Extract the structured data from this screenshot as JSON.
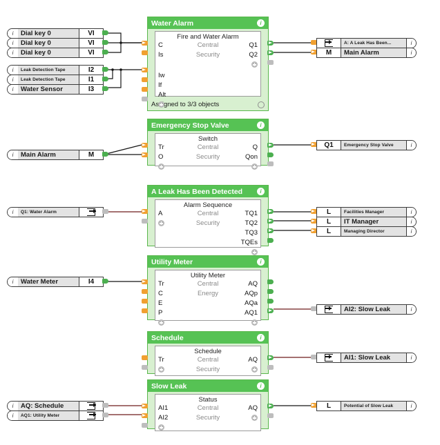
{
  "meta": {
    "accent_green": "#56c254",
    "block_fill": "#d8f0d0",
    "pin_input_color": "#f0a030",
    "pin_output_color": "#4caf50",
    "wire_color_dark": "#141414",
    "wire_color_red": "#6e1b1b",
    "info_glyph": "i"
  },
  "left_inputs": [
    {
      "info": "i",
      "name": "Dial key 0",
      "tag": "VI",
      "small": false
    },
    {
      "info": "i",
      "name": "Dial key 0",
      "tag": "VI",
      "small": false
    },
    {
      "info": "i",
      "name": "Dial key 0",
      "tag": "VI",
      "small": false
    },
    {
      "info": "i",
      "name": "Leak Detection Tape",
      "tag": "I2",
      "small": true
    },
    {
      "info": "i",
      "name": "Leak Detection Tape",
      "tag": "I1",
      "small": true
    },
    {
      "info": "i",
      "name": "Water Sensor",
      "tag": "I3",
      "small": false
    },
    {
      "info": "i",
      "name": "Main Alarm",
      "tag": "M",
      "small": false
    },
    {
      "info": "i",
      "name": "Q1: Water Alarm",
      "tag": "out-arrow-icon",
      "small": true
    },
    {
      "info": "i",
      "name": "Water Meter",
      "tag": "I4",
      "small": false
    },
    {
      "info": "i",
      "name": "AQ: Schedule",
      "tag": "out-arrow-icon",
      "small": false
    },
    {
      "info": "i",
      "name": "AQ1: Utility Meter",
      "tag": "out-arrow-icon",
      "small": true
    }
  ],
  "right_outputs": [
    {
      "tag": "in-arrow-icon",
      "name": "A: A Leak Has Been...",
      "info": "i",
      "small": true
    },
    {
      "tag": "M",
      "name": "Main Alarm",
      "info": "i",
      "small": false
    },
    {
      "tag": "Q1",
      "name": "Emergency Stop Valve",
      "info": "i",
      "small": true
    },
    {
      "tag": "L",
      "name": "Facilities Manager",
      "info": "i",
      "small": true
    },
    {
      "tag": "L",
      "name": "IT Manager",
      "info": "i",
      "small": false
    },
    {
      "tag": "L",
      "name": "Managing Director",
      "info": "i",
      "small": true
    },
    {
      "tag": "in-arrow-icon",
      "name": "AI2: Slow Leak",
      "info": "i",
      "small": false
    },
    {
      "tag": "in-arrow-icon",
      "name": "AI1: Slow Leak",
      "info": "i",
      "small": false
    },
    {
      "tag": "L",
      "name": "Potential of Slow Leak",
      "info": "i",
      "small": true
    }
  ],
  "blocks": [
    {
      "id": "water-alarm",
      "title": "Water Alarm",
      "info": "i",
      "subtitle": "Fire and Water Alarm",
      "center_labels": [
        "Central",
        "Security"
      ],
      "inputs": [
        "C",
        "Is",
        "",
        "Iw",
        "If",
        "Alt"
      ],
      "outputs": [
        "Q1",
        "Q2"
      ],
      "footer": "Assigned to 3/3 objects",
      "has_footer": true
    },
    {
      "id": "emergency-stop-valve",
      "title": "Emergency Stop Valve",
      "info": "i",
      "subtitle": "Switch",
      "center_labels": [
        "Central",
        "Security"
      ],
      "inputs": [
        "Tr",
        "O"
      ],
      "outputs": [
        "Q",
        "Qon"
      ],
      "footer": "",
      "has_footer": false
    },
    {
      "id": "a-leak-has-been-detected",
      "title": "A Leak Has Been Detected",
      "info": "i",
      "subtitle": "Alarm Sequence",
      "center_labels": [
        "Central",
        "Security"
      ],
      "inputs": [
        "A"
      ],
      "outputs": [
        "TQ1",
        "TQ2",
        "TQ3",
        "TQEs"
      ],
      "footer": "",
      "has_footer": false
    },
    {
      "id": "utility-meter",
      "title": "Utility Meter",
      "info": "i",
      "subtitle": "Utility Meter",
      "center_labels": [
        "Central",
        "Energy"
      ],
      "inputs": [
        "Tr",
        "C",
        "E",
        "P"
      ],
      "outputs": [
        "AQ",
        "AQp",
        "AQa",
        "AQ1"
      ],
      "footer": "",
      "has_footer": false
    },
    {
      "id": "schedule",
      "title": "Schedule",
      "info": "i",
      "subtitle": "Schedule",
      "center_labels": [
        "Central",
        "Security"
      ],
      "inputs": [
        "Tr"
      ],
      "outputs": [
        "AQ"
      ],
      "footer": "",
      "has_footer": false
    },
    {
      "id": "slow-leak",
      "title": "Slow Leak",
      "info": "i",
      "subtitle": "Status",
      "center_labels": [
        "Central",
        "Security"
      ],
      "inputs": [
        "AI1",
        "AI2"
      ],
      "outputs": [
        "AQ"
      ],
      "footer": "",
      "has_footer": false
    }
  ]
}
